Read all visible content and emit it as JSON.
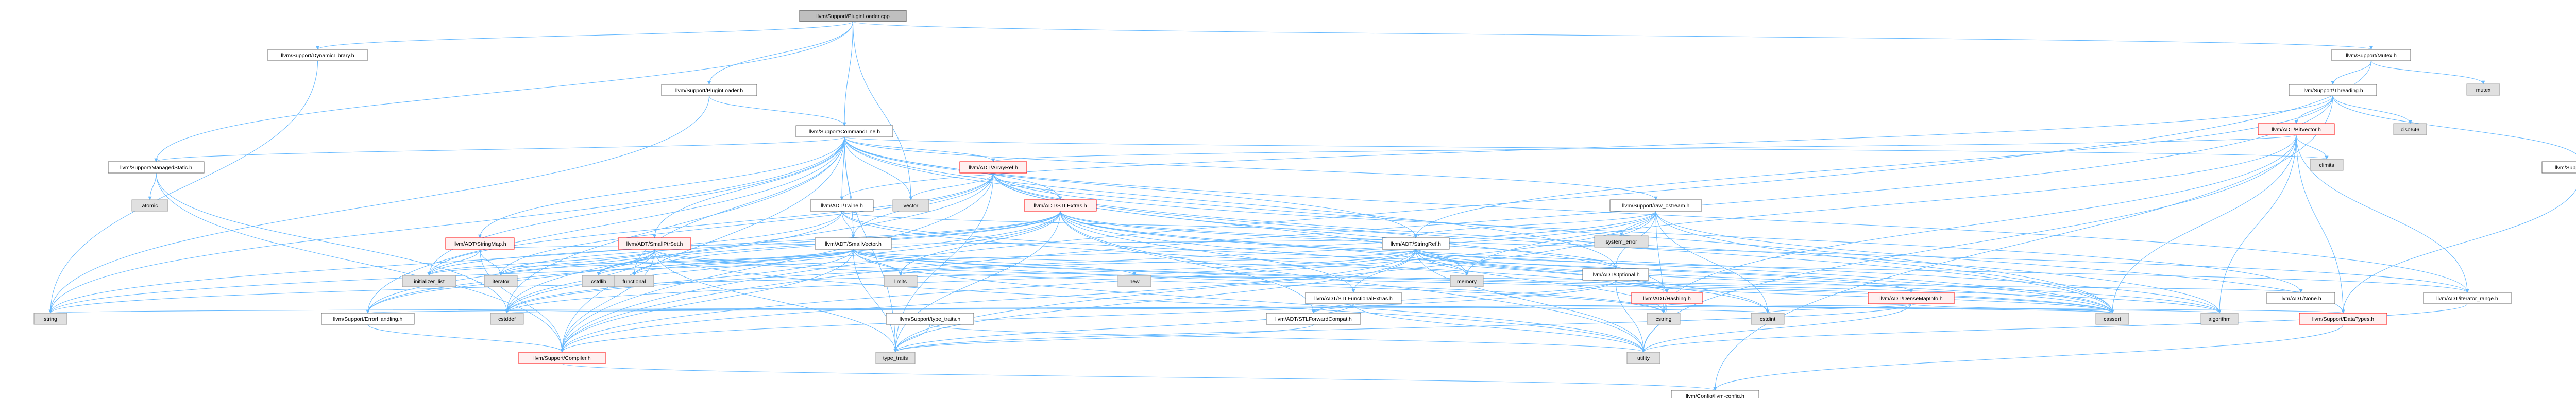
{
  "colors": {
    "root_fill": "#bfbfbf",
    "root_stroke": "#404040",
    "node_fill": "#ffffff",
    "node_stroke": "#666666",
    "undoc_fill": "#e0e0e0",
    "undoc_stroke": "#999999",
    "trunc_fill": "#fff0f0",
    "trunc_stroke": "#ff0000",
    "edge": "#63b8ff"
  },
  "nodes": [
    {
      "id": "root",
      "label": "llvm/Support/PluginLoader.cpp",
      "kind": "root"
    },
    {
      "id": "dynlib",
      "label": "llvm/Support/DynamicLibrary.h",
      "kind": "node"
    },
    {
      "id": "pluginloader",
      "label": "llvm/Support/PluginLoader.h",
      "kind": "node"
    },
    {
      "id": "mutex",
      "label": "llvm/Support/Mutex.h",
      "kind": "node"
    },
    {
      "id": "mutexstd",
      "label": "mutex",
      "kind": "undoc"
    },
    {
      "id": "threading",
      "label": "llvm/Support/Threading.h",
      "kind": "node"
    },
    {
      "id": "ciso646",
      "label": "ciso646",
      "kind": "undoc"
    },
    {
      "id": "commandline",
      "label": "llvm/Support/CommandLine.h",
      "kind": "node"
    },
    {
      "id": "bitvector",
      "label": "llvm/ADT/BitVector.h",
      "kind": "trunc"
    },
    {
      "id": "climits",
      "label": "climits",
      "kind": "undoc"
    },
    {
      "id": "managedstatic",
      "label": "llvm/Support/ManagedStatic.h",
      "kind": "node"
    },
    {
      "id": "arrayref",
      "label": "llvm/ADT/ArrayRef.h",
      "kind": "trunc"
    },
    {
      "id": "atomic_h",
      "label": "llvm/Support/Atomic.h",
      "kind": "node"
    },
    {
      "id": "atomic",
      "label": "atomic",
      "kind": "undoc"
    },
    {
      "id": "vector",
      "label": "vector",
      "kind": "undoc"
    },
    {
      "id": "twine",
      "label": "llvm/ADT/Twine.h",
      "kind": "node"
    },
    {
      "id": "stlextras",
      "label": "llvm/ADT/STLExtras.h",
      "kind": "trunc"
    },
    {
      "id": "raw_ostream",
      "label": "llvm/Support/raw_ostream.h",
      "kind": "node"
    },
    {
      "id": "stringmap",
      "label": "llvm/ADT/StringMap.h",
      "kind": "trunc"
    },
    {
      "id": "smallptrset",
      "label": "llvm/ADT/SmallPtrSet.h",
      "kind": "trunc"
    },
    {
      "id": "smallvector",
      "label": "llvm/ADT/SmallVector.h",
      "kind": "node"
    },
    {
      "id": "system_error",
      "label": "system_error",
      "kind": "undoc"
    },
    {
      "id": "stringref",
      "label": "llvm/ADT/StringRef.h",
      "kind": "node"
    },
    {
      "id": "optional",
      "label": "llvm/ADT/Optional.h",
      "kind": "node"
    },
    {
      "id": "initializer_list",
      "label": "initializer_list",
      "kind": "undoc"
    },
    {
      "id": "iterator",
      "label": "iterator",
      "kind": "undoc"
    },
    {
      "id": "cstdlib",
      "label": "cstdlib",
      "kind": "undoc"
    },
    {
      "id": "functional",
      "label": "functional",
      "kind": "undoc"
    },
    {
      "id": "limits",
      "label": "limits",
      "kind": "undoc"
    },
    {
      "id": "new",
      "label": "new",
      "kind": "undoc"
    },
    {
      "id": "memory",
      "label": "memory",
      "kind": "undoc"
    },
    {
      "id": "stlfunc",
      "label": "llvm/ADT/STLFunctionalExtras.h",
      "kind": "node"
    },
    {
      "id": "hashing",
      "label": "llvm/ADT/Hashing.h",
      "kind": "trunc"
    },
    {
      "id": "densemapinfo",
      "label": "llvm/ADT/DenseMapInfo.h",
      "kind": "trunc"
    },
    {
      "id": "none",
      "label": "llvm/ADT/None.h",
      "kind": "node"
    },
    {
      "id": "iterator_range",
      "label": "llvm/ADT/iterator_range.h",
      "kind": "node"
    },
    {
      "id": "string",
      "label": "string",
      "kind": "undoc"
    },
    {
      "id": "errorhandling",
      "label": "llvm/Support/ErrorHandling.h",
      "kind": "node"
    },
    {
      "id": "cstddef",
      "label": "cstddef",
      "kind": "undoc"
    },
    {
      "id": "typetraits_h",
      "label": "llvm/Support/type_traits.h",
      "kind": "node"
    },
    {
      "id": "stlfwd",
      "label": "llvm/ADT/STLForwardCompat.h",
      "kind": "node"
    },
    {
      "id": "cstring",
      "label": "cstring",
      "kind": "undoc"
    },
    {
      "id": "cstdint",
      "label": "cstdint",
      "kind": "undoc"
    },
    {
      "id": "cassert",
      "label": "cassert",
      "kind": "undoc"
    },
    {
      "id": "algorithm",
      "label": "algorithm",
      "kind": "undoc"
    },
    {
      "id": "datatypes",
      "label": "llvm/Support/DataTypes.h",
      "kind": "trunc"
    },
    {
      "id": "compiler",
      "label": "llvm/Support/Compiler.h",
      "kind": "trunc"
    },
    {
      "id": "type_traits",
      "label": "type_traits",
      "kind": "undoc"
    },
    {
      "id": "utility",
      "label": "utility",
      "kind": "undoc"
    },
    {
      "id": "llvmconfig",
      "label": "llvm/Config/llvm-config.h",
      "kind": "node"
    }
  ],
  "edges": [
    [
      "root",
      "dynlib"
    ],
    [
      "root",
      "pluginloader"
    ],
    [
      "root",
      "mutex"
    ],
    [
      "root",
      "commandline"
    ],
    [
      "root",
      "managedstatic"
    ],
    [
      "root",
      "vector"
    ],
    [
      "dynlib",
      "string"
    ],
    [
      "pluginloader",
      "commandline"
    ],
    [
      "pluginloader",
      "string"
    ],
    [
      "mutex",
      "mutexstd"
    ],
    [
      "mutex",
      "threading"
    ],
    [
      "mutex",
      "compiler"
    ],
    [
      "threading",
      "ciso646"
    ],
    [
      "threading",
      "bitvector"
    ],
    [
      "threading",
      "atomic_h"
    ],
    [
      "threading",
      "stringref"
    ],
    [
      "threading",
      "twine"
    ],
    [
      "threading",
      "llvmconfig"
    ],
    [
      "threading",
      "compiler"
    ],
    [
      "bitvector",
      "climits"
    ],
    [
      "bitvector",
      "arrayref"
    ],
    [
      "bitvector",
      "iterator_range"
    ],
    [
      "bitvector",
      "algorithm"
    ],
    [
      "bitvector",
      "cassert"
    ],
    [
      "bitvector",
      "cstring"
    ],
    [
      "bitvector",
      "utility"
    ],
    [
      "bitvector",
      "memory"
    ],
    [
      "bitvector",
      "datatypes"
    ],
    [
      "atomic_h",
      "datatypes"
    ],
    [
      "commandline",
      "managedstatic"
    ],
    [
      "commandline",
      "arrayref"
    ],
    [
      "commandline",
      "twine"
    ],
    [
      "commandline",
      "stlextras"
    ],
    [
      "commandline",
      "raw_ostream"
    ],
    [
      "commandline",
      "stringmap"
    ],
    [
      "commandline",
      "smallptrset"
    ],
    [
      "commandline",
      "smallvector"
    ],
    [
      "commandline",
      "stringref"
    ],
    [
      "commandline",
      "optional"
    ],
    [
      "commandline",
      "vector"
    ],
    [
      "commandline",
      "climits"
    ],
    [
      "commandline",
      "errorhandling"
    ],
    [
      "commandline",
      "iterator_range"
    ],
    [
      "commandline",
      "initializer_list"
    ],
    [
      "commandline",
      "functional"
    ],
    [
      "commandline",
      "string"
    ],
    [
      "commandline",
      "cassert"
    ],
    [
      "commandline",
      "cstddef"
    ],
    [
      "commandline",
      "type_traits"
    ],
    [
      "commandline",
      "compiler"
    ],
    [
      "managedstatic",
      "atomic"
    ],
    [
      "managedstatic",
      "cstddef"
    ],
    [
      "managedstatic",
      "compiler"
    ],
    [
      "arrayref",
      "hashing"
    ],
    [
      "arrayref",
      "none"
    ],
    [
      "arrayref",
      "smallvector"
    ],
    [
      "arrayref",
      "stlextras"
    ],
    [
      "arrayref",
      "compiler"
    ],
    [
      "arrayref",
      "algorithm"
    ],
    [
      "arrayref",
      "array"
    ],
    [
      "arrayref",
      "cassert"
    ],
    [
      "arrayref",
      "cstddef"
    ],
    [
      "arrayref",
      "initializer_list"
    ],
    [
      "arrayref",
      "iterator"
    ],
    [
      "arrayref",
      "memory"
    ],
    [
      "arrayref",
      "type_traits"
    ],
    [
      "arrayref",
      "vector"
    ],
    [
      "twine",
      "smallvector"
    ],
    [
      "twine",
      "stringref"
    ],
    [
      "twine",
      "errorhandling"
    ],
    [
      "twine",
      "cassert"
    ],
    [
      "twine",
      "cstdint"
    ],
    [
      "twine",
      "string"
    ],
    [
      "stlextras",
      "optional"
    ],
    [
      "stlextras",
      "stlfunc"
    ],
    [
      "stlextras",
      "stlfwd"
    ],
    [
      "stlextras",
      "iterator_range"
    ],
    [
      "stlextras",
      "errorhandling"
    ],
    [
      "stlextras",
      "algorithm"
    ],
    [
      "stlextras",
      "cassert"
    ],
    [
      "stlextras",
      "cstddef"
    ],
    [
      "stlextras",
      "cstdint"
    ],
    [
      "stlextras",
      "cstdlib"
    ],
    [
      "stlextras",
      "functional"
    ],
    [
      "stlextras",
      "initializer_list"
    ],
    [
      "stlextras",
      "iterator"
    ],
    [
      "stlextras",
      "limits"
    ],
    [
      "stlextras",
      "memory"
    ],
    [
      "stlextras",
      "tuple"
    ],
    [
      "stlextras",
      "type_traits"
    ],
    [
      "stlextras",
      "utility"
    ],
    [
      "raw_ostream",
      "stringref"
    ],
    [
      "raw_ostream",
      "optional"
    ],
    [
      "raw_ostream",
      "datatypes"
    ],
    [
      "raw_ostream",
      "cassert"
    ],
    [
      "raw_ostream",
      "cstddef"
    ],
    [
      "raw_ostream",
      "cstdint"
    ],
    [
      "raw_ostream",
      "cstring"
    ],
    [
      "raw_ostream",
      "string"
    ],
    [
      "raw_ostream",
      "system_error"
    ],
    [
      "raw_ostream",
      "type_traits"
    ],
    [
      "raw_ostream",
      "compiler"
    ],
    [
      "stringmap",
      "stringref"
    ],
    [
      "stringmap",
      "iterator"
    ],
    [
      "stringmap",
      "initializer_list"
    ],
    [
      "stringmap",
      "compiler"
    ],
    [
      "smallptrset",
      "errorhandling"
    ],
    [
      "smallptrset",
      "compiler"
    ],
    [
      "smallptrset",
      "type_traits"
    ],
    [
      "smallptrset",
      "cassert"
    ],
    [
      "smallptrset",
      "cstddef"
    ],
    [
      "smallptrset",
      "cstdlib"
    ],
    [
      "smallptrset",
      "cstring"
    ],
    [
      "smallptrset",
      "initializer_list"
    ],
    [
      "smallptrset",
      "iterator"
    ],
    [
      "smallptrset",
      "utility"
    ],
    [
      "smallvector",
      "compiler"
    ],
    [
      "smallvector",
      "type_traits_h"
    ],
    [
      "smallvector",
      "algorithm"
    ],
    [
      "smallvector",
      "cassert"
    ],
    [
      "smallvector",
      "cstddef"
    ],
    [
      "smallvector",
      "cstdlib"
    ],
    [
      "smallvector",
      "cstring"
    ],
    [
      "smallvector",
      "functional"
    ],
    [
      "smallvector",
      "initializer_list"
    ],
    [
      "smallvector",
      "iterator"
    ],
    [
      "smallvector",
      "limits"
    ],
    [
      "smallvector",
      "memory"
    ],
    [
      "smallvector",
      "new"
    ],
    [
      "smallvector",
      "type_traits"
    ],
    [
      "smallvector",
      "utility"
    ],
    [
      "stringref",
      "stlfunc"
    ],
    [
      "stringref",
      "iterator_range"
    ],
    [
      "stringref",
      "compiler"
    ],
    [
      "stringref",
      "algorithm"
    ],
    [
      "stringref",
      "cassert"
    ],
    [
      "stringref",
      "cstddef"
    ],
    [
      "stringref",
      "cstring"
    ],
    [
      "stringref",
      "limits"
    ],
    [
      "stringref",
      "string"
    ],
    [
      "stringref",
      "type_traits"
    ],
    [
      "stringref",
      "utility"
    ],
    [
      "stringref",
      "densemapinfo"
    ],
    [
      "stringref",
      "hashing"
    ],
    [
      "optional",
      "hashing"
    ],
    [
      "optional",
      "none"
    ],
    [
      "optional",
      "stlfwd"
    ],
    [
      "optional",
      "compiler"
    ],
    [
      "optional",
      "type_traits_h"
    ],
    [
      "optional",
      "cassert"
    ],
    [
      "optional",
      "new"
    ],
    [
      "optional",
      "utility"
    ],
    [
      "stlfunc",
      "stlextras_fwd"
    ],
    [
      "stlfunc",
      "cstdint"
    ],
    [
      "stlfunc",
      "type_traits"
    ],
    [
      "stlfunc",
      "utility"
    ],
    [
      "stlfunc",
      "stlfwd"
    ],
    [
      "hashing",
      "datatypes"
    ],
    [
      "hashing",
      "errorhandling"
    ],
    [
      "hashing",
      "algorithm"
    ],
    [
      "hashing",
      "cassert"
    ],
    [
      "hashing",
      "cstring"
    ],
    [
      "hashing",
      "string"
    ],
    [
      "hashing",
      "tuple"
    ],
    [
      "hashing",
      "utility"
    ],
    [
      "densemapinfo",
      "cassert"
    ],
    [
      "densemapinfo",
      "cstddef"
    ],
    [
      "densemapinfo",
      "cstdint"
    ],
    [
      "densemapinfo",
      "tuple"
    ],
    [
      "densemapinfo",
      "type_traits"
    ],
    [
      "densemapinfo",
      "utility"
    ],
    [
      "iterator_range",
      "utility"
    ],
    [
      "errorhandling",
      "compiler"
    ],
    [
      "typetraits_h",
      "type_traits"
    ],
    [
      "typetraits_h",
      "utility"
    ],
    [
      "stlfwd",
      "type_traits"
    ],
    [
      "datatypes",
      "llvmconfig"
    ],
    [
      "compiler",
      "llvmconfig"
    ]
  ]
}
